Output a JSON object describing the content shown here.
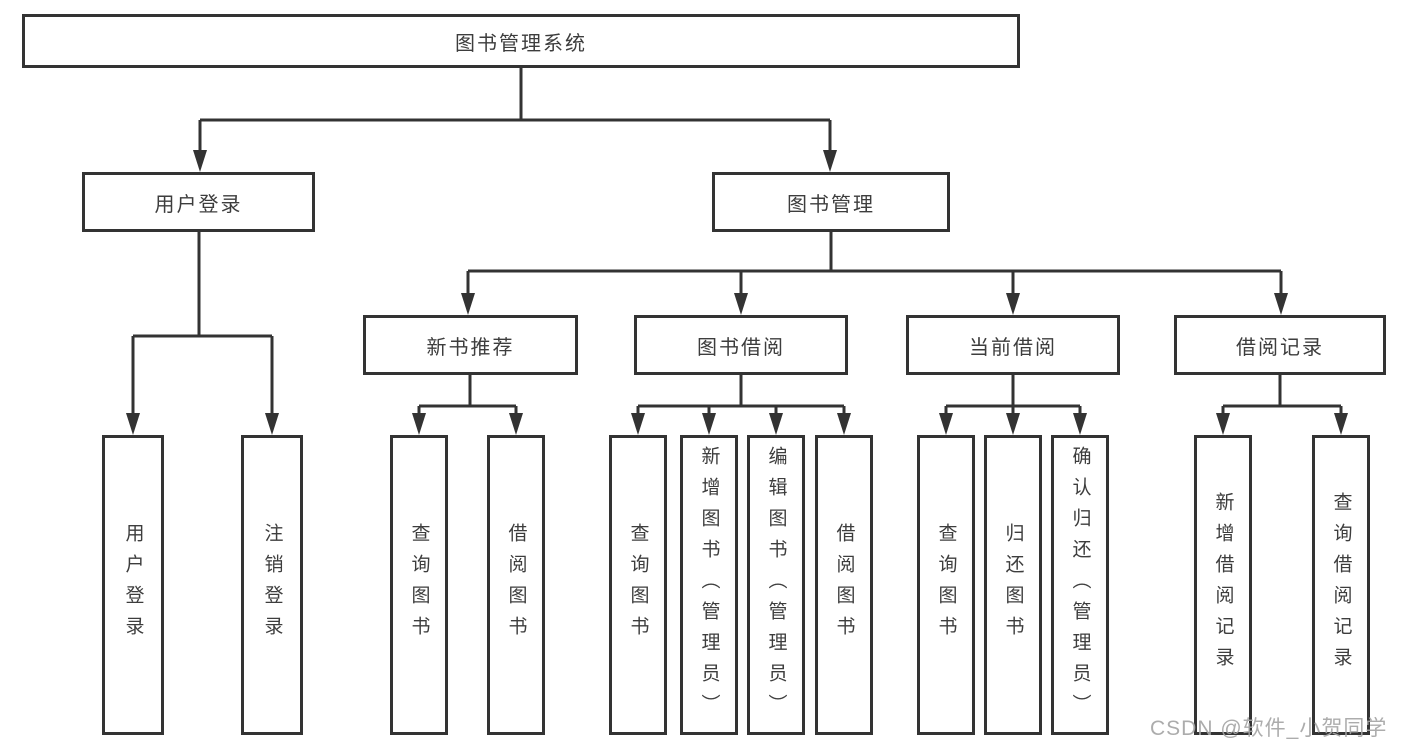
{
  "diagram_title": "图书管理系统",
  "tree": {
    "root": {
      "label": "图书管理系统"
    },
    "children": [
      {
        "label": "用户登录",
        "children": [
          {
            "label": "用户登录"
          },
          {
            "label": "注销登录"
          }
        ]
      },
      {
        "label": "图书管理",
        "children": [
          {
            "label": "新书推荐",
            "children": [
              {
                "label": "查询图书"
              },
              {
                "label": "借阅图书"
              }
            ]
          },
          {
            "label": "图书借阅",
            "children": [
              {
                "label": "查询图书"
              },
              {
                "label": "新增图书（管理员）"
              },
              {
                "label": "编辑图书（管理员）"
              },
              {
                "label": "借阅图书"
              }
            ]
          },
          {
            "label": "当前借阅",
            "children": [
              {
                "label": "查询图书"
              },
              {
                "label": "归还图书"
              },
              {
                "label": "确认归还（管理员）"
              }
            ]
          },
          {
            "label": "借阅记录",
            "children": [
              {
                "label": "新增借阅记录"
              },
              {
                "label": "查询借阅记录"
              }
            ]
          }
        ]
      }
    ]
  },
  "watermark": "CSDN @软件_小贺同学",
  "colors": {
    "line": "#333333",
    "box_border": "#333333",
    "box_background": "#ffffff",
    "text": "#3d3d3d",
    "watermark": "#a5a5a5",
    "page_background": "#ffffff"
  }
}
